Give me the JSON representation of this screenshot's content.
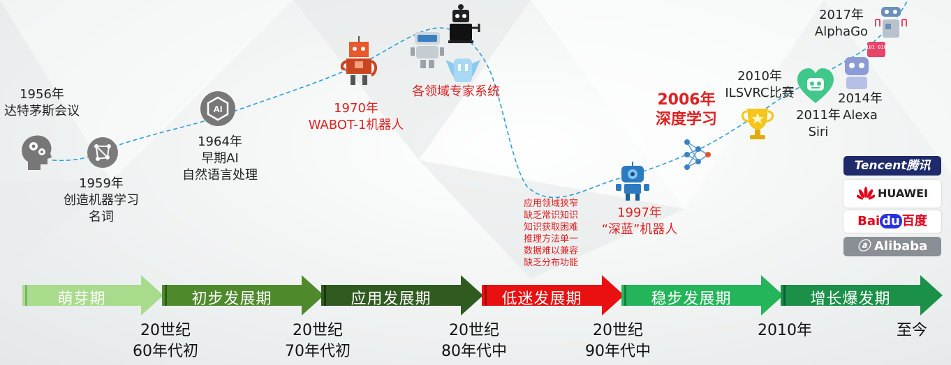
{
  "milestones": {
    "m1956": {
      "year": "1956年",
      "text": "达特茅斯会议"
    },
    "m1959": {
      "year": "1959年",
      "line1": "创造机器学习",
      "line2": "名词"
    },
    "m1964": {
      "year": "1964年",
      "line1": "早期AI",
      "line2": "自然语言处理"
    },
    "m1970": {
      "year": "1970年",
      "text": "WABOT-1机器人"
    },
    "expert": "各领域专家系统",
    "problems": [
      "应用领域狭窄",
      "缺乏常识知识",
      "知识获取困难",
      "推理方法单一",
      "数据难以兼容",
      "缺乏分布功能"
    ],
    "m1997": {
      "year": "1997年",
      "text": "“深蓝”机器人"
    },
    "m2006": {
      "year": "2006年",
      "text": "深度学习"
    },
    "m2010": {
      "year": "2010年",
      "text": "ILSVRC比赛"
    },
    "m2011": {
      "year": "2011年",
      "text": "Siri"
    },
    "m2014": {
      "year": "2014年",
      "text": "Alexa"
    },
    "m2017": {
      "year": "2017年",
      "text": "AlphaGo"
    }
  },
  "phases": [
    "萌芽期",
    "初步发展期",
    "应用发展期",
    "低迷发展期",
    "稳步发展期",
    "增长爆发期"
  ],
  "times": [
    {
      "line1": "20世纪",
      "line2": "60年代初"
    },
    {
      "line1": "20世纪",
      "line2": "70年代初"
    },
    {
      "line1": "20世纪",
      "line2": "80年代中"
    },
    {
      "line1": "20世纪",
      "line2": "90年代中"
    },
    {
      "line1": "2010年",
      "line2": ""
    },
    {
      "line1": "至今",
      "line2": ""
    }
  ],
  "logos": {
    "tencent": "Tencent腾讯",
    "huawei": "HUAWEI",
    "baidu_a": "Bai",
    "baidu_b": "du",
    "baidu_c": "百度",
    "alibaba": "Alibaba"
  },
  "icon_labels": {
    "ai_badge": "AI",
    "binary": "101 010"
  },
  "colors": {
    "phase1": "#a8dc8c",
    "phase2": "#4e8a2c",
    "phase3": "#2f5a20",
    "phase4": "#e81010",
    "phase5": "#24b55a",
    "phase6": "#1a9048",
    "highlight": "#e02020",
    "curve": "#2a9fd6"
  }
}
